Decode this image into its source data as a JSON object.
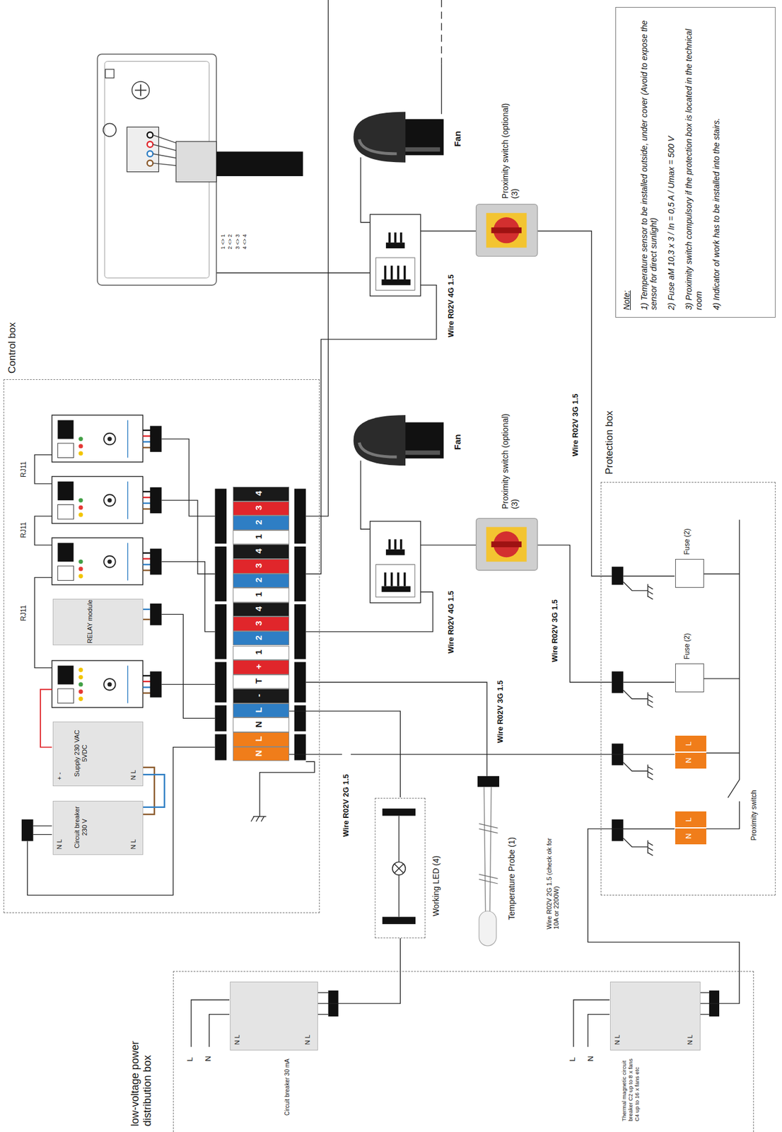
{
  "diagram": {
    "nodes": [
      {
        "text": [
          "Control box"
        ]
      },
      {
        "text": [
          "RELAY module"
        ],
        "in": 0
      },
      {
        "text": [
          "+ -",
          "Supply 230 VAC 5VDC",
          "N L"
        ],
        "in": 0
      },
      {
        "text": [
          "N L",
          "Circuit breaker 230 V",
          "N L"
        ],
        "in": 0
      },
      {
        "text": [
          "N"
        ],
        "in": 0
      },
      {
        "text": [
          "L"
        ],
        "in": 0
      },
      {
        "text": [
          "N"
        ],
        "in": 0
      },
      {
        "text": [
          "L"
        ],
        "in": 0
      },
      {
        "text": [
          "-"
        ],
        "in": 0
      },
      {
        "text": [
          "T"
        ],
        "in": 0
      },
      {
        "text": [
          "+"
        ],
        "in": 0
      },
      {
        "text": [
          "1"
        ],
        "in": 0
      },
      {
        "text": [
          "2"
        ],
        "in": 0
      },
      {
        "text": [
          "3"
        ],
        "in": 0
      },
      {
        "text": [
          "4"
        ],
        "in": 0
      },
      {
        "text": [
          "1"
        ],
        "in": 0
      },
      {
        "text": [
          "2"
        ],
        "in": 0
      },
      {
        "text": [
          "3"
        ],
        "in": 0
      },
      {
        "text": [
          "4"
        ],
        "in": 0
      },
      {
        "text": [
          "1"
        ],
        "in": 0
      },
      {
        "text": [
          "2"
        ],
        "in": 0
      },
      {
        "text": [
          "3"
        ],
        "in": 0
      },
      {
        "text": [
          "4"
        ],
        "in": 0
      },
      {
        "text": [
          "Working LED (4)"
        ]
      },
      {
        "text": [
          "Protection box"
        ]
      },
      {
        "text": [
          "Fuse (2)"
        ],
        "in": 24
      },
      {
        "text": [
          "Fuse (2)"
        ],
        "in": 24
      },
      {
        "text": [
          "N",
          "L"
        ],
        "in": 24
      },
      {
        "text": [
          "N",
          "L"
        ],
        "in": 24
      },
      {
        "text": [
          "low-voltage power distribution box"
        ]
      },
      {
        "text": [
          "Circuit breaker 30 mA",
          "N L",
          "N L"
        ],
        "in": 29
      },
      {
        "text": [
          "Thermal magnetic circuit breaker C2 up to 8 x fans C4 up to 16 x fans etc",
          "N L",
          "N L"
        ],
        "in": 29
      },
      {
        "text": [
          "Note:",
          "1) Temperature sensor to be installed outside, under cover (Avoid to expose the sensor for direct sunlight)",
          "2) Fuse aM 10,3 x 3 / In = 0,5 A / Umax = 500 V",
          "3) Proximity switch compulsory if the protection box is located in the technical room",
          "4) Indicator of work has to be installed into the stairs."
        ]
      }
    ],
    "edges": [
      {
        "from": 4,
        "to": 27,
        "arrow": "none"
      },
      {
        "from": 7,
        "to": 23,
        "arrow": "none"
      },
      {
        "from": 23,
        "to": 30,
        "arrow": "none"
      },
      {
        "from": 28,
        "to": 31,
        "arrow": "none"
      }
    ],
    "labels": [
      "RJ11",
      "RJ11",
      "RJ11",
      "Fan",
      "Proximity switch (optional) (3)",
      "Wire R02V 4G 1.5",
      "Fan",
      "Proximity switch (optional) (3)",
      "Wire R02V 4G 1.5",
      "Wire R02V 3G 1.5",
      "Wire R02V 3G 1.5",
      "Wire R02V 3G 1.5",
      "Wire R02V 2G 1.5",
      "Wire R02V 2G 1.5 (check ok for 10A or 2200W)",
      "Temperature Probe (1)",
      "Proximity switch",
      "1 <> 1",
      "2 <> 2",
      "3 <> 3",
      "4 <> 4",
      "L",
      "N",
      "L",
      "N"
    ]
  }
}
